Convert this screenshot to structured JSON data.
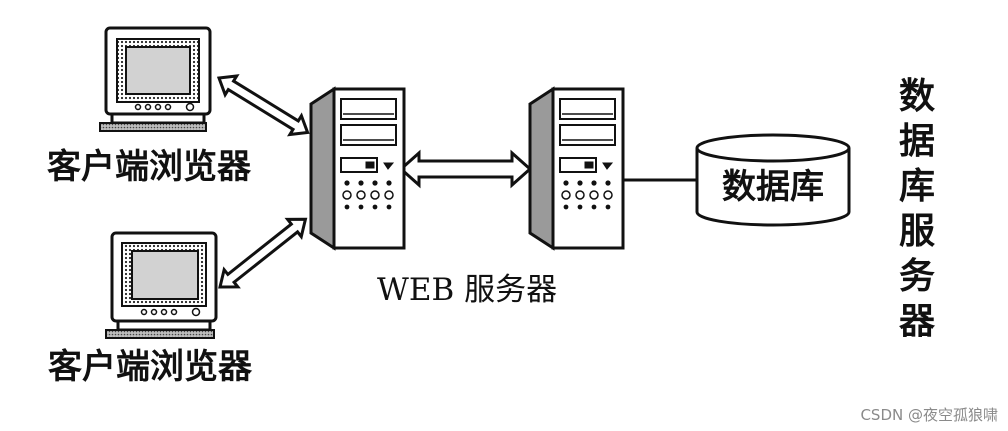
{
  "labels": {
    "client_top": "客户端浏览器",
    "client_bottom": "客户端浏览器",
    "web_server": "WEB 服务器",
    "database": "数据库",
    "db_server_chars": [
      "数",
      "据",
      "库",
      "服",
      "务",
      "器"
    ]
  },
  "watermark": "CSDN @夜空孤狼啸"
}
